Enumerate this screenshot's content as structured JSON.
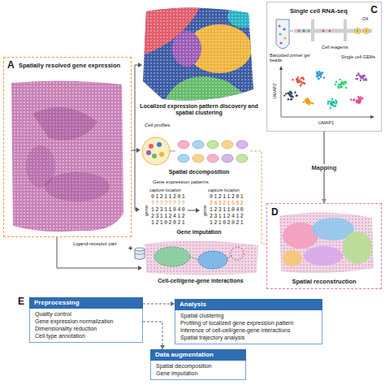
{
  "diagram": {
    "nodes": [
      {
        "text": [
          "A",
          "Spatially resolved gene expression"
        ]
      },
      {
        "text": [
          "C",
          "Single cell RNA-seq"
        ]
      },
      {
        "text": [
          "D",
          "Spatial reconstruction"
        ]
      },
      {
        "text": [
          "Preprocessing",
          "Quality control",
          "Gene expression normalization",
          "Dimensionality reduction",
          "Cell type annotation"
        ]
      },
      {
        "text": [
          "Analysis",
          "Spatial clustering",
          "Profiling of localized gene expression pattern",
          "Inference of cell-cell/gene-gene interactions",
          "Spatial trajectory analysis"
        ]
      },
      {
        "text": [
          "Data augmentation",
          "Spatial decomposition",
          "Gene imputation"
        ]
      }
    ],
    "edges": [
      {
        "from": 1,
        "to": 2,
        "arrow": "to",
        "label": "Mapping"
      },
      {
        "from": 3,
        "to": 4,
        "arrow": "to"
      },
      {
        "from": 3,
        "to": 5,
        "arrow": "to"
      }
    ],
    "labels": [
      "Localized expression pattern discovery and spatial clustering",
      "Cell profiles",
      "Spatial decomposition",
      "Gene expression patterns",
      "capture location",
      "gene",
      "01211201",
      "????????",
      "12311040",
      "23112412",
      "12102021",
      "capture location",
      "gene",
      "01211201",
      "24321562",
      "12311040",
      "23112412",
      "12102021",
      "Gene imputation",
      "Ligand-receptor pair",
      "+",
      "Cell-cell/gene-gene interactions",
      "Barcoded primer gel beads",
      "Oil",
      "Cell reagents",
      "Single cell GEMs",
      "UMAP2",
      "UMAP1",
      "E"
    ]
  }
}
